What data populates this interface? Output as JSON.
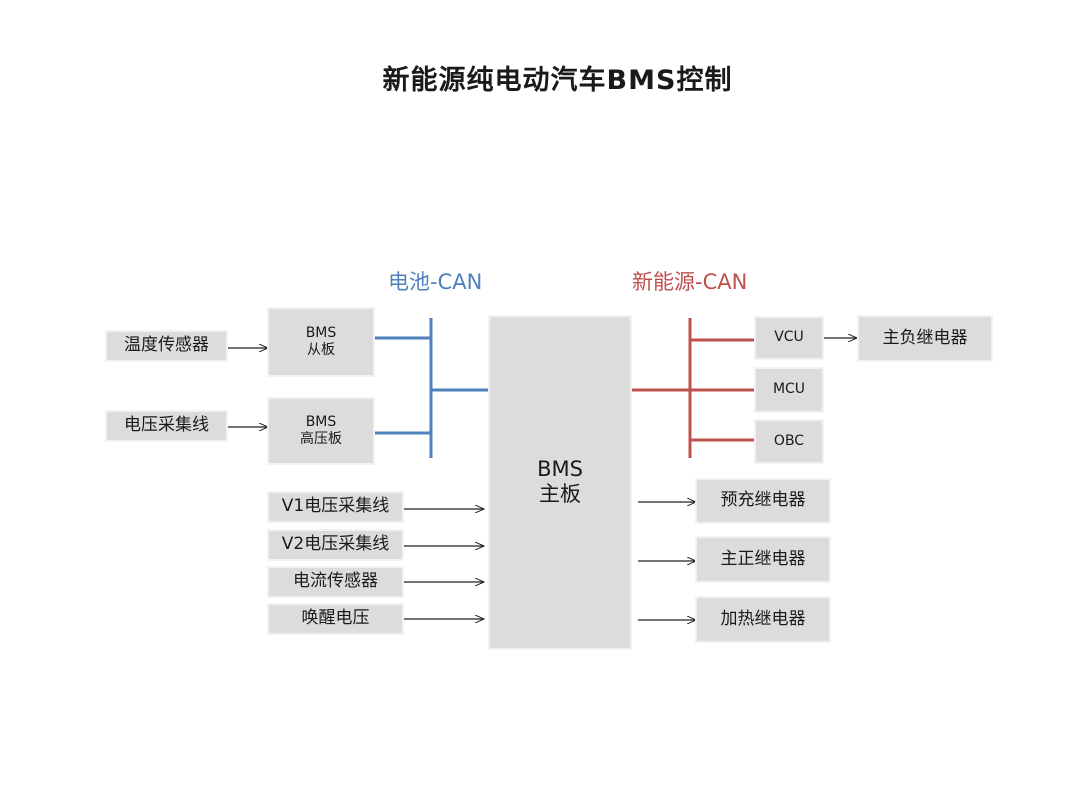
{
  "title": "新能源纯电动汽车BMS控制",
  "buses": {
    "battery_can": "电池-CAN",
    "ev_can": "新能源-CAN"
  },
  "nodes": {
    "temp_sensor": "温度传感器",
    "voltage_line": "电压采集线",
    "bms_slave": "BMS\n从板",
    "bms_hv": "BMS\n高压板",
    "v1_line": "V1电压采集线",
    "v2_line": "V2电压采集线",
    "current_sensor": "电流传感器",
    "wakeup": "唤醒电压",
    "bms_main": "BMS\n主板",
    "vcu": "VCU",
    "mcu": "MCU",
    "obc": "OBC",
    "main_neg_relay": "主负继电器",
    "precharge_relay": "预充继电器",
    "main_pos_relay": "主正继电器",
    "heater_relay": "加热继电器"
  },
  "colors": {
    "battery_can": "#4f81bd",
    "ev_can": "#c0504d",
    "box_fill": "#dcdcdc"
  }
}
